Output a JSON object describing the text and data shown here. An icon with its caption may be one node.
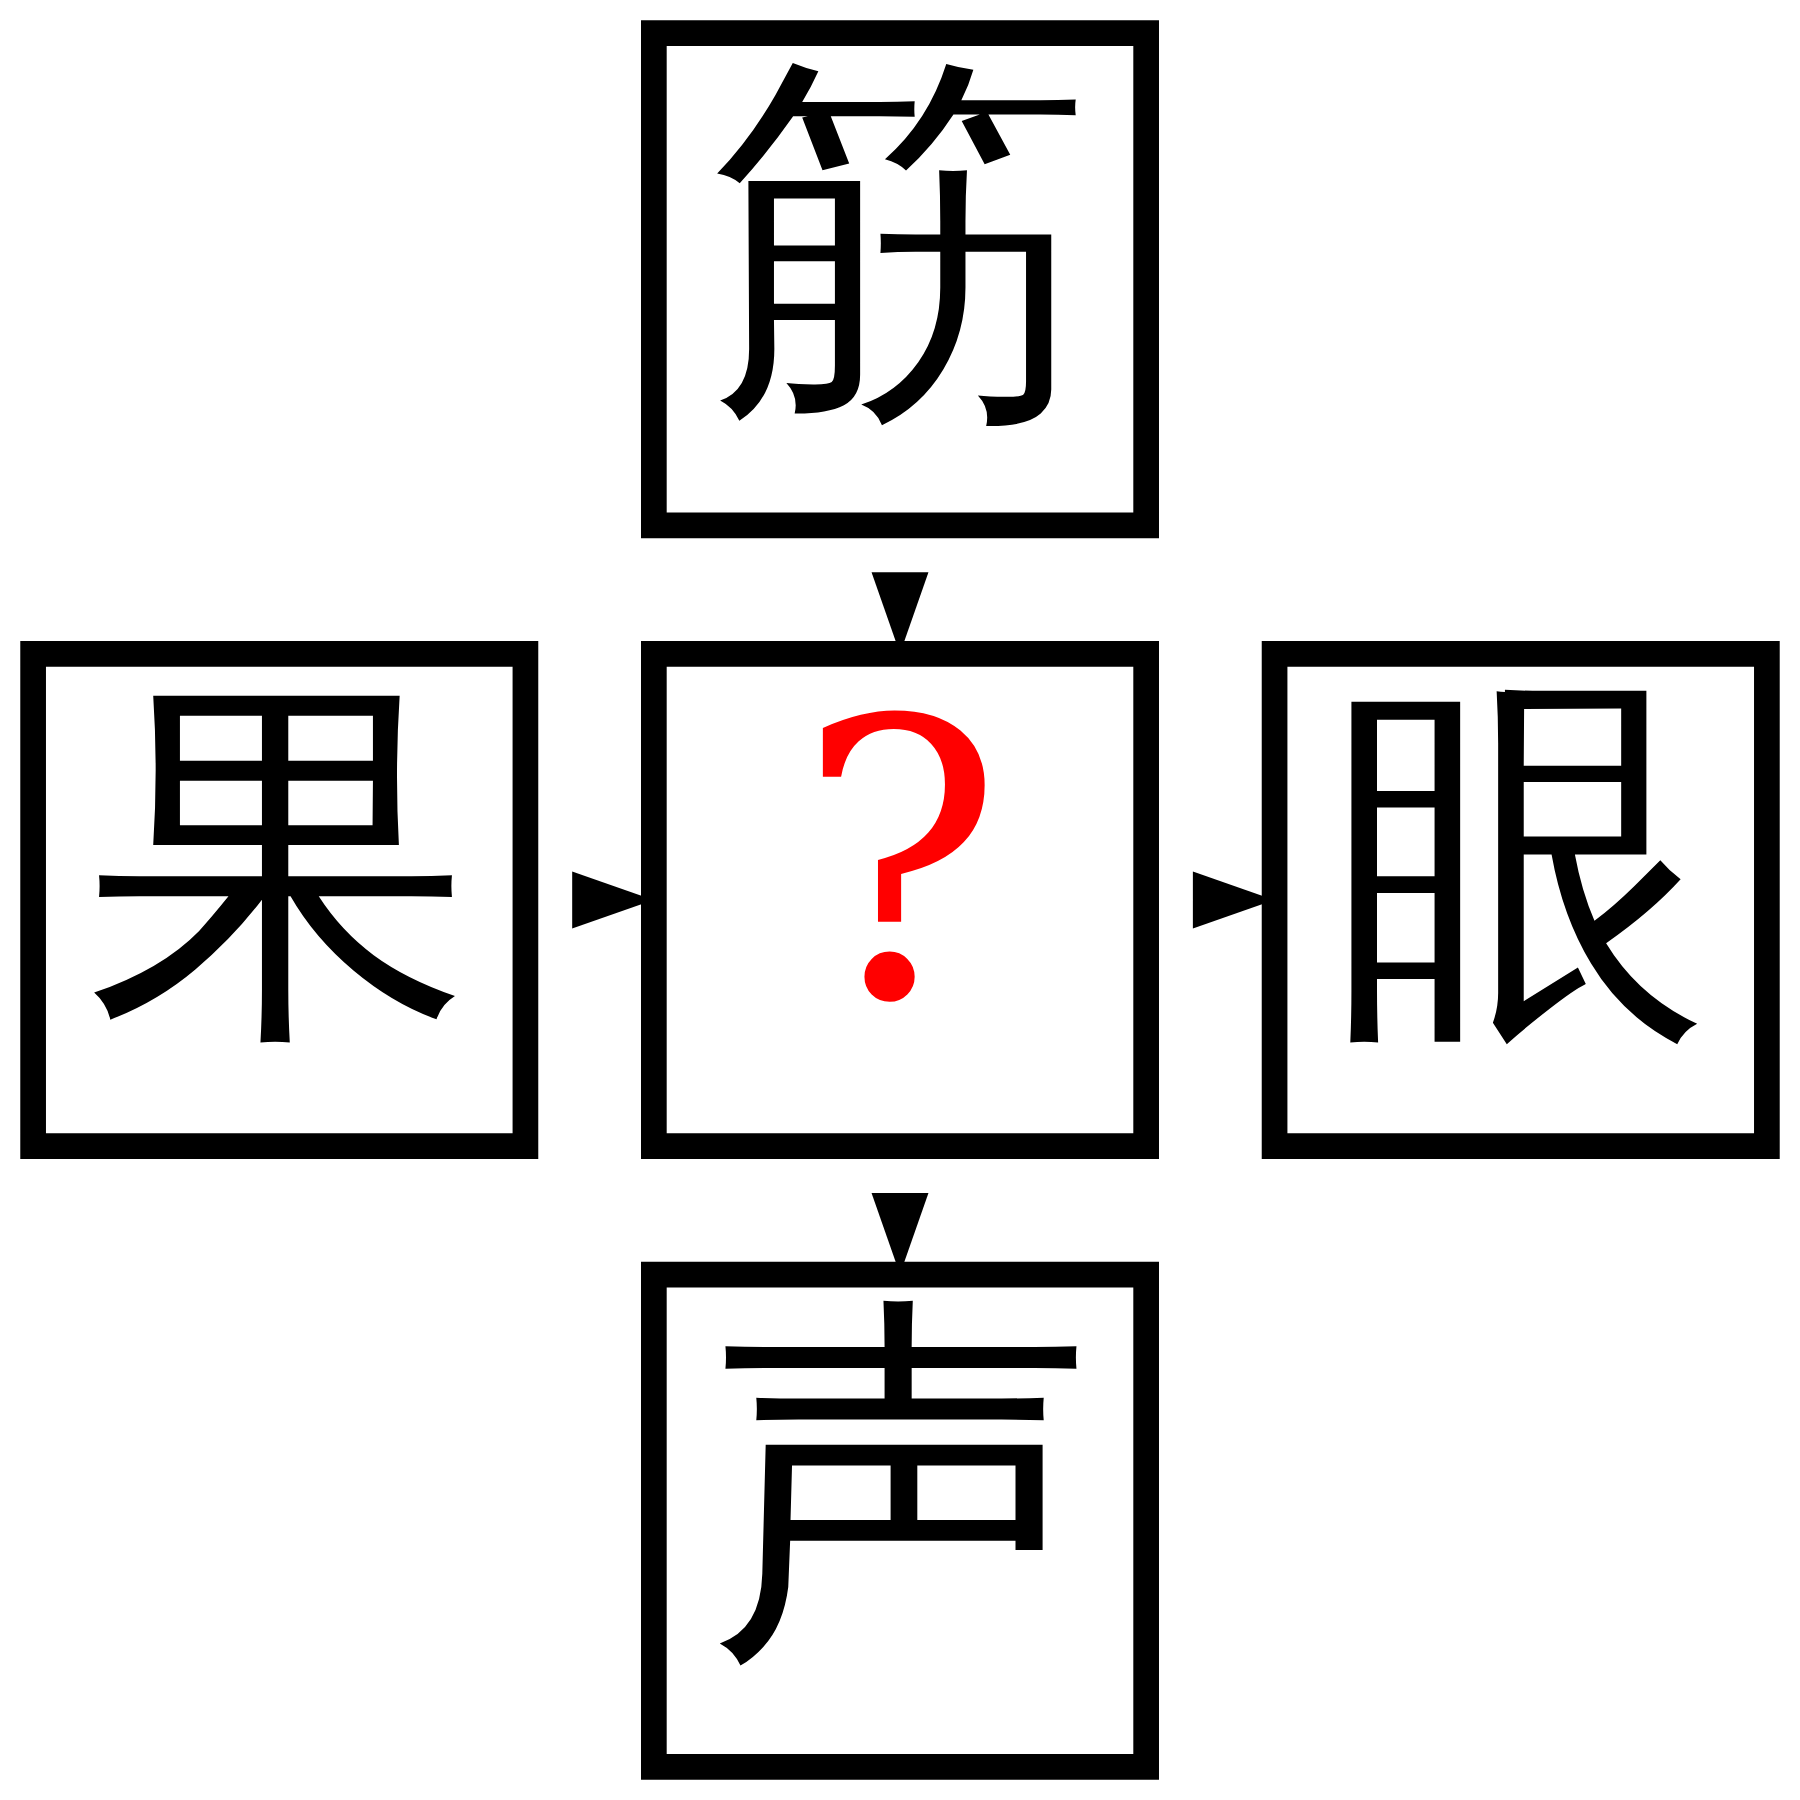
{
  "diagram": {
    "nodes": [
      {
        "text": [
          "筋"
        ]
      },
      {
        "text": [
          "果"
        ]
      },
      {
        "text": [
          "?"
        ]
      },
      {
        "text": [
          "眼"
        ]
      },
      {
        "text": [
          "声"
        ]
      }
    ],
    "edges": [
      {
        "from": 0,
        "to": 2,
        "arrow": "to"
      },
      {
        "from": 1,
        "to": 2,
        "arrow": "to"
      },
      {
        "from": 2,
        "to": 3,
        "arrow": "to"
      },
      {
        "from": 2,
        "to": 4,
        "arrow": "to"
      }
    ]
  }
}
